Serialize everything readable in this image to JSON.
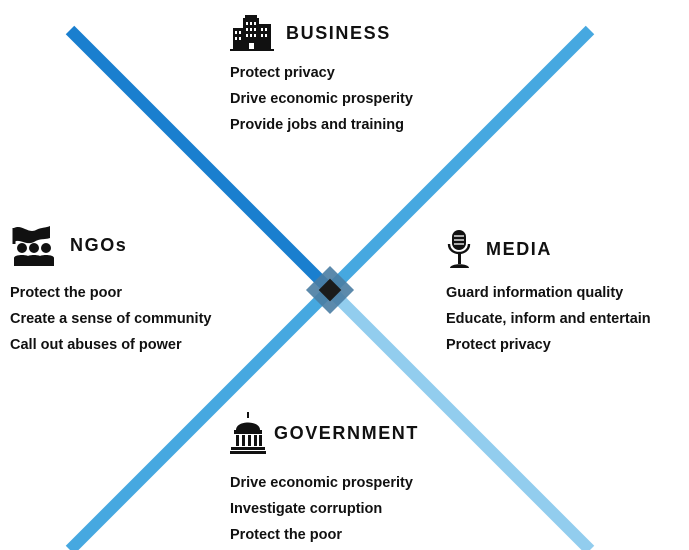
{
  "colors": {
    "line_dark": "#1a7fcf",
    "line_medium": "#46a8e0",
    "line_light": "#92cdee",
    "center": "#1b1b1b",
    "text": "#111111"
  },
  "sectors": {
    "business": {
      "title": "BUSINESS",
      "icon": "office-building-icon",
      "items": [
        "Protect privacy",
        "Drive economic prosperity",
        "Provide jobs and training"
      ]
    },
    "ngos": {
      "title": "NGOs",
      "icon": "protest-crowd-flag-icon",
      "items": [
        "Protect the poor",
        "Create a sense of community",
        "Call out abuses of power"
      ]
    },
    "media": {
      "title": "MEDIA",
      "icon": "microphone-icon",
      "items": [
        "Guard information quality",
        "Educate, inform and entertain",
        "Protect privacy"
      ]
    },
    "government": {
      "title": "GOVERNMENT",
      "icon": "capitol-dome-icon",
      "items": [
        "Drive economic prosperity",
        "Investigate corruption",
        "Protect the poor"
      ]
    }
  }
}
